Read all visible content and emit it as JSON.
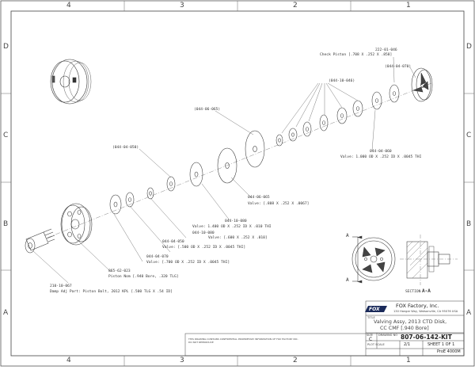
{
  "zones": {
    "top": [
      "4",
      "3",
      "2",
      "1"
    ],
    "bottom": [
      "4",
      "3",
      "2",
      "1"
    ],
    "left": [
      "D",
      "C",
      "B",
      "A"
    ],
    "right": [
      "D",
      "C",
      "B",
      "A"
    ]
  },
  "callouts": [
    {
      "part": "222-01-046",
      "desc": "Check Piston [.708 X .252 X .858]"
    },
    {
      "part": "(044-04-070)",
      "desc": ""
    },
    {
      "part": "(044-10-046)",
      "desc": ""
    },
    {
      "part": "(044-06-065)",
      "desc": ""
    },
    {
      "part": "(044-04-050)",
      "desc": ""
    },
    {
      "part": "044-04-060",
      "desc": "Valve: 1.000 OD X .252 ID X .0045 THI"
    },
    {
      "part": "044-06-065",
      "desc": "Valve: [.808 X .252 X .0067]"
    },
    {
      "part": "044-10-080",
      "desc": "Valve: 1.400 OD X .252 ID X .010 THI"
    },
    {
      "part": "044-10-080",
      "desc": "Valve: [.600 X .252 X .010]"
    },
    {
      "part": "044-04-050",
      "desc": "Valve: [.500 OD X .252 ID X .0045 THI]"
    },
    {
      "part": "044-04-070",
      "desc": "Valve: [.700 OD X .252 ID X .0045 THI]"
    },
    {
      "part": "865-62-023",
      "desc": "Piston Nom [.940 Bore, .320 TLG]"
    },
    {
      "part": "210-10-067",
      "desc": "Damp Adj Part: Piston Bolt, 2012 KPL [.500 TLG X .54 ID]"
    }
  ],
  "section": {
    "label": "SECTION",
    "name": "A-A",
    "marker": "A"
  },
  "title_block": {
    "company": "FOX Factory, Inc.",
    "address": "130 Hangar Way, Watsonville, CA 95076 USA",
    "logo_text": "FOX",
    "title_label": "TITLE",
    "title_line1": "Valving Assy, 2013 CTD Disk,",
    "title_line2": "CC CMF [.940 Bore]",
    "drawing_no_label": "DRAWING NO",
    "size_label": "SIZE",
    "size": "C",
    "drawing_no": "807-06-142-KIT",
    "plot_scale_label": "PLOT SCALE",
    "plot_scale": "2/1",
    "sheet": "SHEET 1 OF 1",
    "rev": "ProE 4000M"
  },
  "notice": "THIS DRAWING CONTAINS CONFIDENTIAL PROPRIETARY INFORMATION OF FOX FACTORY INC. DO NOT REPRODUCE"
}
